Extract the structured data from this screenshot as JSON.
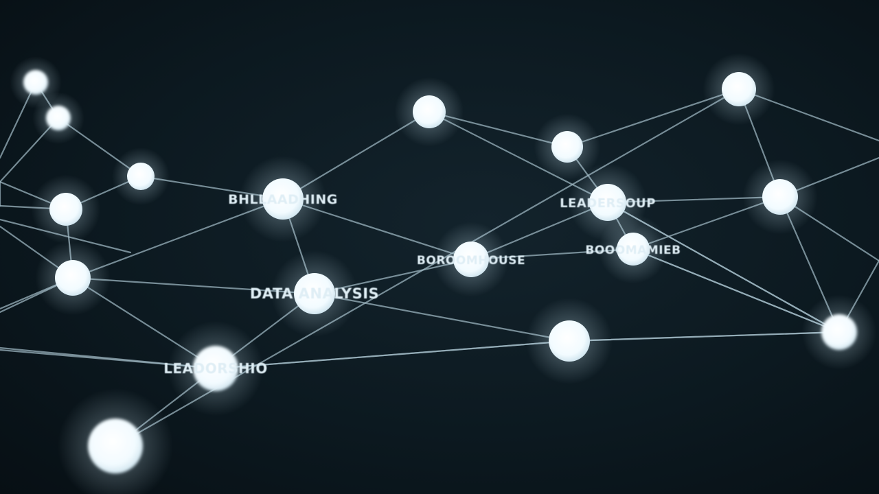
{
  "colors": {
    "background": "#0a151b",
    "edge": "#9fb8c4",
    "node_core": "#ffffff",
    "node_glow": "#cfe9f5",
    "label": "#dfeef5"
  },
  "nodes": [
    {
      "id": "n1",
      "label": ""
    },
    {
      "id": "n2",
      "label": ""
    },
    {
      "id": "n3",
      "label": ""
    },
    {
      "id": "n4",
      "label": ""
    },
    {
      "id": "n5",
      "label": "BHLLAADHING"
    },
    {
      "id": "n6",
      "label": ""
    },
    {
      "id": "n7",
      "label": ""
    },
    {
      "id": "n8",
      "label": ""
    },
    {
      "id": "n9",
      "label": "LEADERSOUP"
    },
    {
      "id": "n10",
      "label": ""
    },
    {
      "id": "n11",
      "label": ""
    },
    {
      "id": "n12",
      "label": ""
    },
    {
      "id": "n13",
      "label": "DATA ANALYSIS"
    },
    {
      "id": "n14",
      "label": "BOROOMHOUSE"
    },
    {
      "id": "n15",
      "label": "BOOOMAMIEB"
    },
    {
      "id": "n16",
      "label": ""
    },
    {
      "id": "n17",
      "label": ""
    },
    {
      "id": "n18",
      "label": "LEADORSHIO"
    },
    {
      "id": "n19",
      "label": ""
    }
  ],
  "edges": [
    [
      "n1",
      "n2"
    ],
    [
      "n2",
      "n4"
    ],
    [
      "n2",
      "n6"
    ],
    [
      "n4",
      "n5"
    ],
    [
      "n4",
      "n3"
    ],
    [
      "n3",
      "n6"
    ],
    [
      "n3",
      "n7"
    ],
    [
      "n7",
      "n5"
    ],
    [
      "n7",
      "n13"
    ],
    [
      "n7",
      "n18"
    ],
    [
      "n5",
      "n8"
    ],
    [
      "n5",
      "n13"
    ],
    [
      "n5",
      "n14"
    ],
    [
      "n8",
      "n10"
    ],
    [
      "n8",
      "n9"
    ],
    [
      "n10",
      "n9"
    ],
    [
      "n10",
      "n11"
    ],
    [
      "n11",
      "n12"
    ],
    [
      "n11",
      "n19"
    ],
    [
      "n9",
      "n15"
    ],
    [
      "n9",
      "n14"
    ],
    [
      "n9",
      "n12"
    ],
    [
      "n9",
      "n17"
    ],
    [
      "n12",
      "n15"
    ],
    [
      "n12",
      "n17"
    ],
    [
      "n13",
      "n14"
    ],
    [
      "n13",
      "n16"
    ],
    [
      "n13",
      "n18"
    ],
    [
      "n14",
      "n15"
    ],
    [
      "n15",
      "n17"
    ],
    [
      "n16",
      "n17"
    ],
    [
      "n18",
      "n16"
    ],
    [
      "n18",
      "n19b"
    ],
    [
      "n17",
      "n20"
    ],
    [
      "n12",
      "n20"
    ],
    [
      "n6",
      "n21"
    ],
    [
      "n1",
      "n22"
    ],
    [
      "n7",
      "n23"
    ],
    [
      "n18",
      "n24"
    ]
  ]
}
